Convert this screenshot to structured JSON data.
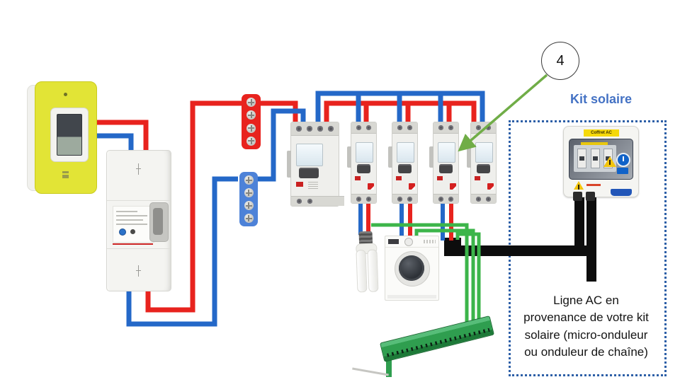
{
  "labels": {
    "kit_title": "Kit solaire",
    "callout_number": "4",
    "ac_note": "Ligne AC en\nprovenance de votre kit\nsolaire (micro-onduleur\nou onduleur de chaîne)",
    "coffret_sticker": "Coffret AC"
  },
  "colors": {
    "phase_wire_red": "#e8231e",
    "neutral_wire_blue": "#2468c8",
    "earth_wire_green": "#3cb54a",
    "phase_busbar_red": "#e8231e",
    "neutral_busbar_blue": "#4d82d8",
    "ac_cable_black": "#0d0d0d",
    "meter_yellow": "#e2e436",
    "kit_border_blue": "#2d5fa7",
    "kit_title_blue": "#4472c4",
    "callout_arrow_green": "#70ad47",
    "earth_strip_green": "#2f9e4f"
  }
}
